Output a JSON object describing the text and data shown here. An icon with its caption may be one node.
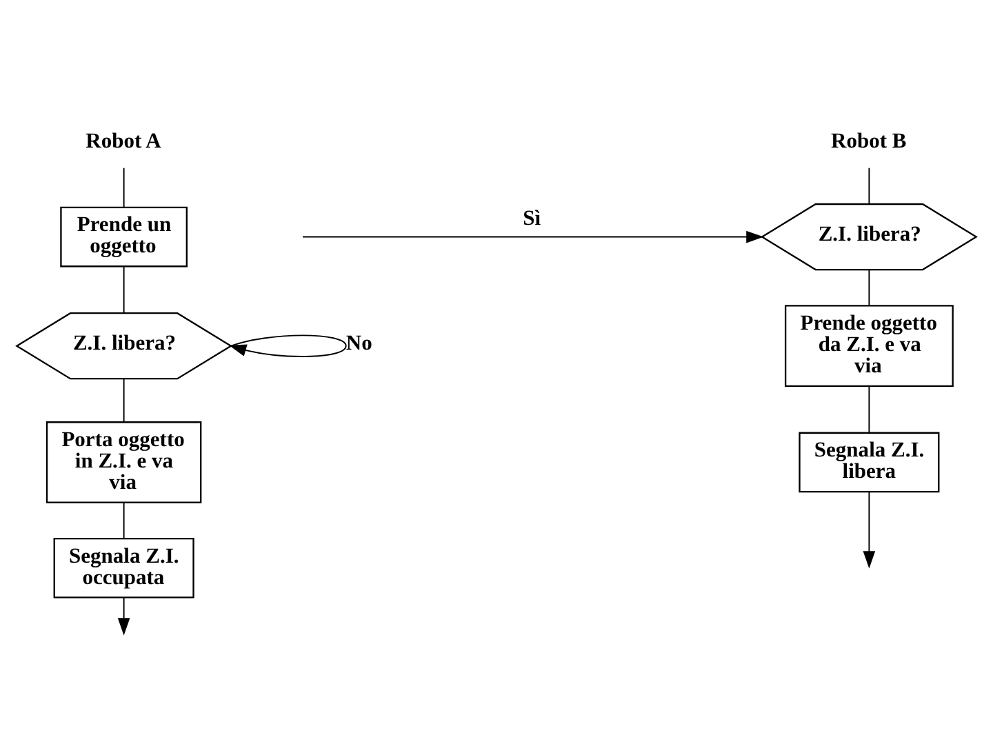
{
  "diagram": {
    "nodes": [
      {
        "text": [
          "Robot A"
        ]
      },
      {
        "text": [
          "Prende un oggetto"
        ]
      },
      {
        "text": [
          "Z.I. libera?"
        ]
      },
      {
        "text": [
          "Porta oggetto in Z.I. e va via"
        ]
      },
      {
        "text": [
          "Segnala Z.I. occupata"
        ]
      },
      {
        "text": [
          "Robot B"
        ]
      },
      {
        "text": [
          "Z.I. libera?"
        ]
      },
      {
        "text": [
          "Prende oggetto da Z.I. e va via"
        ]
      },
      {
        "text": [
          "Segnala Z.I. libera"
        ]
      }
    ],
    "edges": [
      {
        "from": 0,
        "to": 1,
        "arrow": "none"
      },
      {
        "from": 1,
        "to": 2,
        "arrow": "none"
      },
      {
        "from": 2,
        "to": 2,
        "arrow": "to",
        "label": "No"
      },
      {
        "from": 2,
        "to": 3,
        "arrow": "none"
      },
      {
        "from": 3,
        "to": 4,
        "arrow": "none"
      },
      {
        "from": 4,
        "to": null,
        "arrow": "to"
      },
      {
        "from": 5,
        "to": 6,
        "arrow": "none"
      },
      {
        "from": null,
        "to": 6,
        "arrow": "to",
        "label": "Sì"
      },
      {
        "from": 6,
        "to": 7,
        "arrow": "none"
      },
      {
        "from": 7,
        "to": 8,
        "arrow": "none"
      },
      {
        "from": 8,
        "to": null,
        "arrow": "to"
      }
    ]
  }
}
